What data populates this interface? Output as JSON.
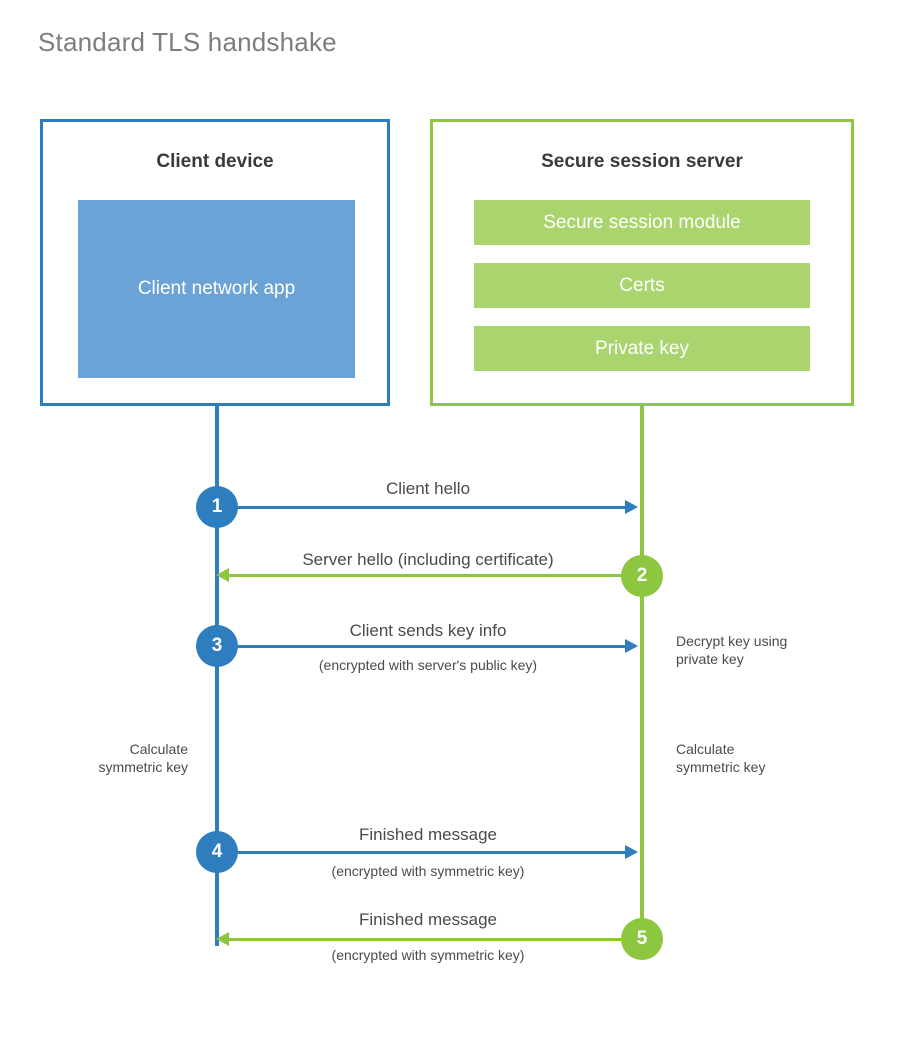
{
  "title": "Standard TLS handshake",
  "colors": {
    "client_blue": "#2E7DBF",
    "client_app_blue": "#6BA3D6",
    "server_green": "#8DC63F",
    "server_block_green": "#A9D46E",
    "text_gray": "#4a4a4a",
    "title_gray": "#7d7d7d",
    "background": "#ffffff"
  },
  "client_panel": {
    "title": "Client device",
    "block": "Client network app"
  },
  "server_panel": {
    "title": "Secure session server",
    "blocks": [
      "Secure session module",
      "Certs",
      "Private key"
    ]
  },
  "steps": [
    {
      "number": "1",
      "side": "client",
      "direction": "client-to-server",
      "label": "Client hello",
      "sublabel": ""
    },
    {
      "number": "2",
      "side": "server",
      "direction": "server-to-client",
      "label": "Server hello (including certificate)",
      "sublabel": ""
    },
    {
      "number": "3",
      "side": "client",
      "direction": "client-to-server",
      "label": "Client sends key info",
      "sublabel": "(encrypted with server's public key)"
    },
    {
      "number": "4",
      "side": "client",
      "direction": "client-to-server",
      "label": "Finished message",
      "sublabel": "(encrypted with symmetric key)"
    },
    {
      "number": "5",
      "side": "server",
      "direction": "server-to-client",
      "label": "Finished message",
      "sublabel": "(encrypted with symmetric key)"
    }
  ],
  "annotations": {
    "decrypt_key": "Decrypt key using\nprivate key",
    "decrypt_key_line1": "Decrypt key using",
    "decrypt_key_line2": "private key",
    "client_calculate_line1": "Calculate",
    "client_calculate_line2": "symmetric key",
    "server_calculate_line1": "Calculate",
    "server_calculate_line2": "symmetric key"
  }
}
